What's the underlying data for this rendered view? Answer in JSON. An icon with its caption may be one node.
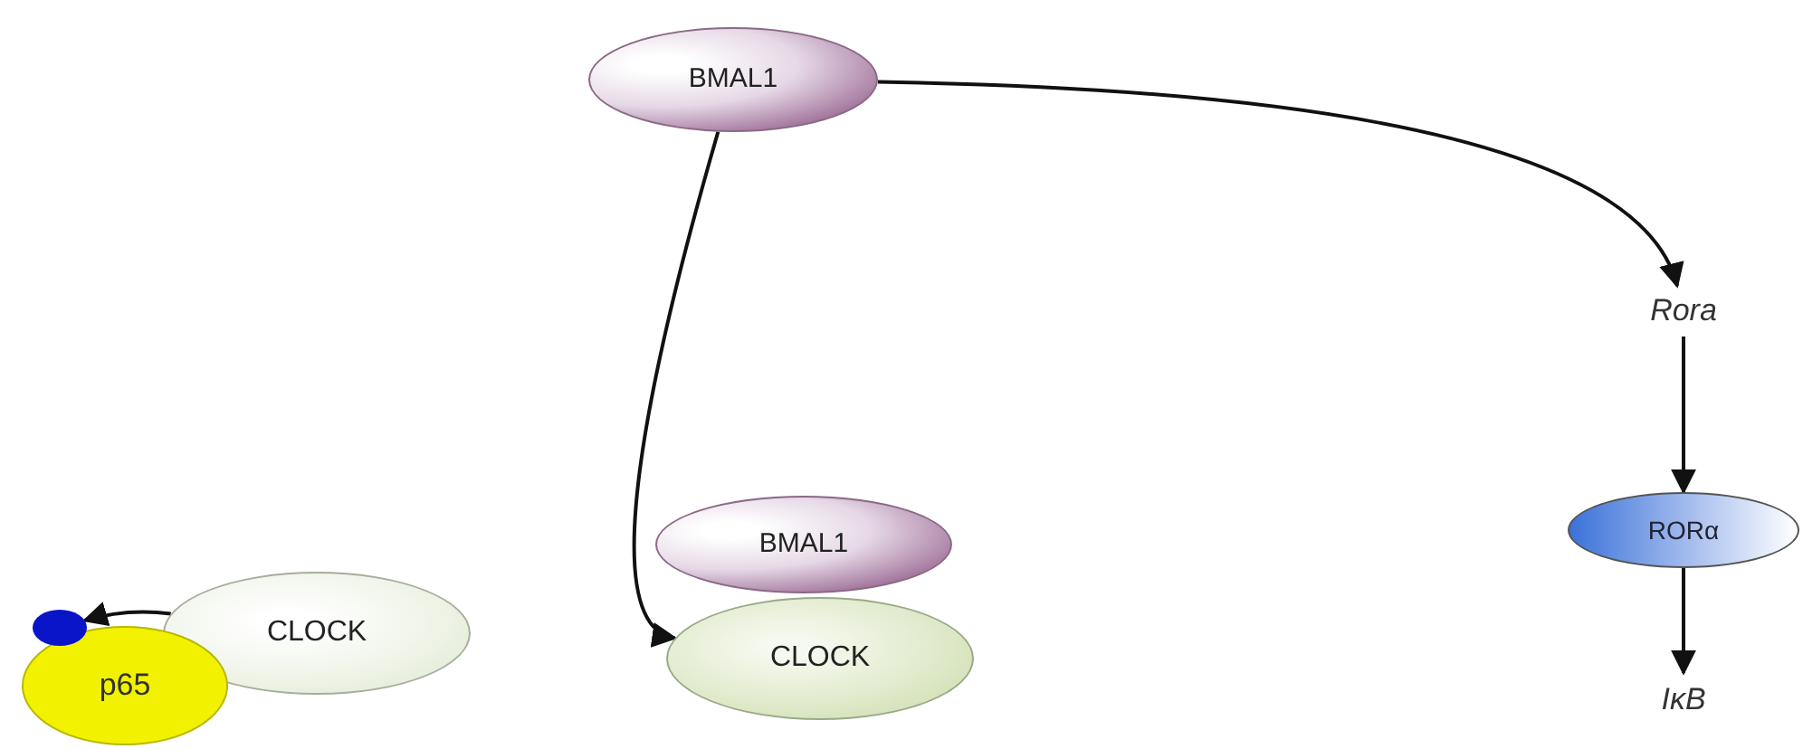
{
  "diagram": {
    "nodes": [
      {
        "text": [
          "BMAL1"
        ]
      },
      {
        "text": [
          "Rora"
        ]
      },
      {
        "text": [
          "RORα"
        ]
      },
      {
        "text": [
          "IκB"
        ]
      },
      {
        "text": [
          "BMAL1"
        ]
      },
      {
        "text": [
          "CLOCK"
        ]
      },
      {
        "text": [
          "CLOCK"
        ]
      },
      {
        "text": [],
        "shape": "circle"
      },
      {
        "text": [
          "p65"
        ]
      }
    ],
    "edges": [
      {
        "from": 0,
        "to": 1,
        "arrow": "to"
      },
      {
        "from": 0,
        "to": 5,
        "arrow": "to"
      },
      {
        "from": 1,
        "to": 2,
        "arrow": "to"
      },
      {
        "from": 2,
        "to": 3,
        "arrow": "to"
      },
      {
        "from": 6,
        "to": 7,
        "arrow": "to"
      }
    ]
  }
}
